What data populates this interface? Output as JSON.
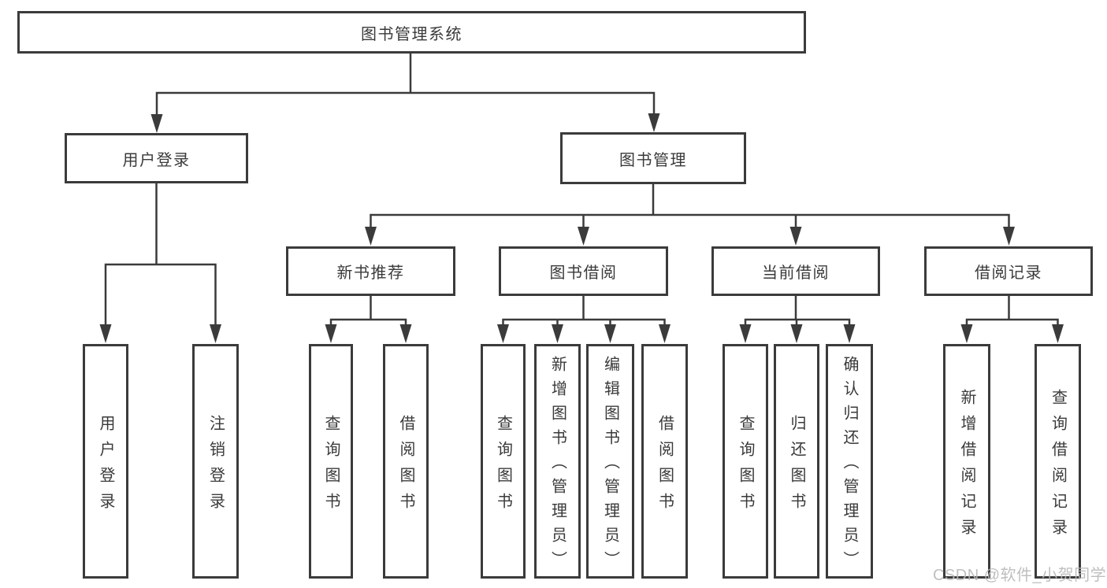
{
  "tree": {
    "root": {
      "label": "图书管理系统"
    },
    "user_login": {
      "label": "用户登录",
      "children": [
        {
          "label": "用户登录"
        },
        {
          "label": "注销登录"
        }
      ]
    },
    "book_mgmt": {
      "label": "图书管理",
      "children": [
        {
          "label": "新书推荐",
          "children": [
            {
              "label": "查询图书"
            },
            {
              "label": "借阅图书"
            }
          ]
        },
        {
          "label": "图书借阅",
          "children": [
            {
              "label": "查询图书"
            },
            {
              "label": "新增图书（管理员）"
            },
            {
              "label": "编辑图书（管理员）"
            },
            {
              "label": "借阅图书"
            }
          ]
        },
        {
          "label": "当前借阅",
          "children": [
            {
              "label": "查询图书"
            },
            {
              "label": "归还图书"
            },
            {
              "label": "确认归还（管理员）"
            }
          ]
        },
        {
          "label": "借阅记录",
          "children": [
            {
              "label": "新增借阅记录"
            },
            {
              "label": "查询借阅记录"
            }
          ]
        }
      ]
    }
  },
  "watermark": {
    "text": "CSDN @软件_小贺同学"
  },
  "colors": {
    "line": "#3b3b3b",
    "text": "#3a3a3a",
    "box_fill": "#ffffff",
    "watermark": "#b9b9b9"
  }
}
